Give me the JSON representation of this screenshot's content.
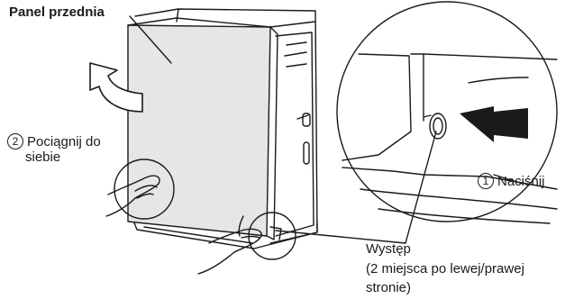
{
  "labels": {
    "front_panel": "Panel przednia",
    "step2_number": "2",
    "step2_line1": "Pociągnij do",
    "step2_line2": "siebie",
    "step1_number": "1",
    "step1_text": "Naciśnij",
    "tab_line1": "Występ",
    "tab_line2": "(2 miejsca po lewej/prawej",
    "tab_line3": "stronie)"
  },
  "colors": {
    "line": "#1a1a1a",
    "panel_fill": "#e6e6e6",
    "background": "#ffffff"
  },
  "icons": {
    "pull_arrow": "curved-arrow-up-icon",
    "push_arrow": "arrow-right-icon"
  }
}
